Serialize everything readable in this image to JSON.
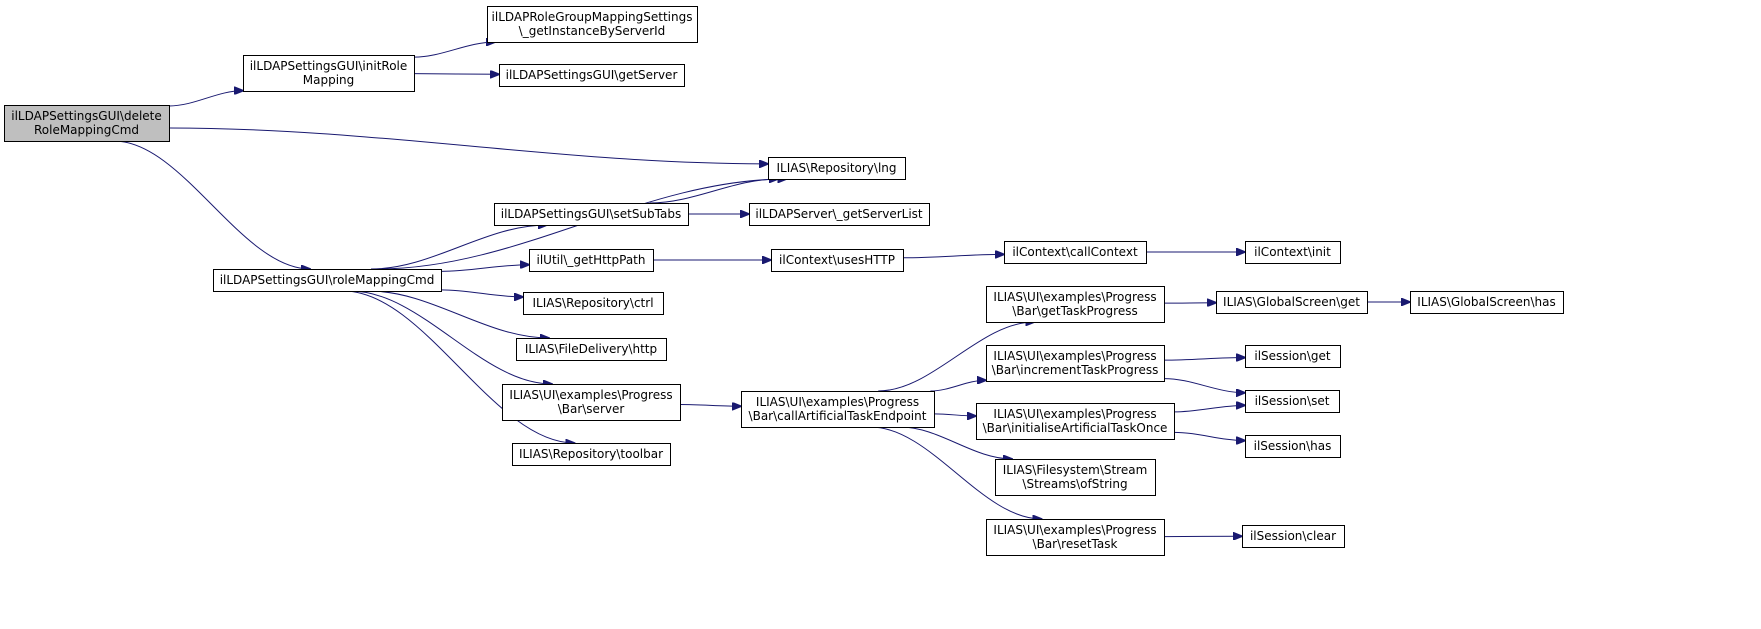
{
  "graph": {
    "type": "call-graph",
    "edge_color": "#191970",
    "root_fill": "#bfbfbf",
    "nodes": [
      {
        "id": "delete-role-mapping-cmd",
        "lines": [
          "ilLDAPSettingsGUI\\delete",
          "RoleMappingCmd"
        ],
        "root": true
      },
      {
        "id": "init-role-mapping",
        "lines": [
          "ilLDAPSettingsGUI\\initRole",
          "Mapping"
        ]
      },
      {
        "id": "get-instance-by-server-id",
        "lines": [
          "ilLDAPRoleGroupMappingSettings",
          "\\_getInstanceByServerId"
        ]
      },
      {
        "id": "get-server",
        "lines": [
          "ilLDAPSettingsGUI\\getServer"
        ]
      },
      {
        "id": "repository-lng",
        "lines": [
          "ILIAS\\Repository\\lng"
        ]
      },
      {
        "id": "role-mapping-cmd",
        "lines": [
          "ilLDAPSettingsGUI\\roleMappingCmd"
        ]
      },
      {
        "id": "set-sub-tabs",
        "lines": [
          "ilLDAPSettingsGUI\\setSubTabs"
        ]
      },
      {
        "id": "get-server-list",
        "lines": [
          "ilLDAPServer\\_getServerList"
        ]
      },
      {
        "id": "get-http-path",
        "lines": [
          "ilUtil\\_getHttpPath"
        ]
      },
      {
        "id": "uses-http",
        "lines": [
          "ilContext\\usesHTTP"
        ]
      },
      {
        "id": "call-context",
        "lines": [
          "ilContext\\callContext"
        ]
      },
      {
        "id": "context-init",
        "lines": [
          "ilContext\\init"
        ]
      },
      {
        "id": "repository-ctrl",
        "lines": [
          "ILIAS\\Repository\\ctrl"
        ]
      },
      {
        "id": "file-delivery-http",
        "lines": [
          "ILIAS\\FileDelivery\\http"
        ]
      },
      {
        "id": "progress-bar-server",
        "lines": [
          "ILIAS\\UI\\examples\\Progress",
          "\\Bar\\server"
        ]
      },
      {
        "id": "repository-toolbar",
        "lines": [
          "ILIAS\\Repository\\toolbar"
        ]
      },
      {
        "id": "call-artificial-task-endpoint",
        "lines": [
          "ILIAS\\UI\\examples\\Progress",
          "\\Bar\\callArtificialTaskEndpoint"
        ]
      },
      {
        "id": "get-task-progress",
        "lines": [
          "ILIAS\\UI\\examples\\Progress",
          "\\Bar\\getTaskProgress"
        ]
      },
      {
        "id": "global-screen-get",
        "lines": [
          "ILIAS\\GlobalScreen\\get"
        ]
      },
      {
        "id": "global-screen-has",
        "lines": [
          "ILIAS\\GlobalScreen\\has"
        ]
      },
      {
        "id": "increment-task-progress",
        "lines": [
          "ILIAS\\UI\\examples\\Progress",
          "\\Bar\\incrementTaskProgress"
        ]
      },
      {
        "id": "session-get",
        "lines": [
          "ilSession\\get"
        ]
      },
      {
        "id": "session-set",
        "lines": [
          "ilSession\\set"
        ]
      },
      {
        "id": "initialise-artificial-task-once",
        "lines": [
          "ILIAS\\UI\\examples\\Progress",
          "\\Bar\\initialiseArtificialTaskOnce"
        ]
      },
      {
        "id": "session-has",
        "lines": [
          "ilSession\\has"
        ]
      },
      {
        "id": "streams-of-string",
        "lines": [
          "ILIAS\\Filesystem\\Stream",
          "\\Streams\\ofString"
        ]
      },
      {
        "id": "reset-task",
        "lines": [
          "ILIAS\\UI\\examples\\Progress",
          "\\Bar\\resetTask"
        ]
      },
      {
        "id": "session-clear",
        "lines": [
          "ilSession\\clear"
        ]
      }
    ],
    "edges": [
      {
        "from": "delete-role-mapping-cmd",
        "to": "init-role-mapping"
      },
      {
        "from": "delete-role-mapping-cmd",
        "to": "repository-lng"
      },
      {
        "from": "delete-role-mapping-cmd",
        "to": "role-mapping-cmd"
      },
      {
        "from": "init-role-mapping",
        "to": "get-instance-by-server-id"
      },
      {
        "from": "init-role-mapping",
        "to": "get-server"
      },
      {
        "from": "role-mapping-cmd",
        "to": "repository-lng"
      },
      {
        "from": "role-mapping-cmd",
        "to": "set-sub-tabs"
      },
      {
        "from": "role-mapping-cmd",
        "to": "get-http-path"
      },
      {
        "from": "role-mapping-cmd",
        "to": "repository-ctrl"
      },
      {
        "from": "role-mapping-cmd",
        "to": "file-delivery-http"
      },
      {
        "from": "role-mapping-cmd",
        "to": "progress-bar-server"
      },
      {
        "from": "role-mapping-cmd",
        "to": "repository-toolbar"
      },
      {
        "from": "set-sub-tabs",
        "to": "repository-lng"
      },
      {
        "from": "set-sub-tabs",
        "to": "get-server-list"
      },
      {
        "from": "get-http-path",
        "to": "uses-http"
      },
      {
        "from": "uses-http",
        "to": "call-context"
      },
      {
        "from": "call-context",
        "to": "context-init"
      },
      {
        "from": "progress-bar-server",
        "to": "call-artificial-task-endpoint"
      },
      {
        "from": "call-artificial-task-endpoint",
        "to": "get-task-progress"
      },
      {
        "from": "call-artificial-task-endpoint",
        "to": "increment-task-progress"
      },
      {
        "from": "call-artificial-task-endpoint",
        "to": "initialise-artificial-task-once"
      },
      {
        "from": "call-artificial-task-endpoint",
        "to": "streams-of-string"
      },
      {
        "from": "call-artificial-task-endpoint",
        "to": "reset-task"
      },
      {
        "from": "get-task-progress",
        "to": "global-screen-get"
      },
      {
        "from": "global-screen-get",
        "to": "global-screen-has"
      },
      {
        "from": "increment-task-progress",
        "to": "session-get"
      },
      {
        "from": "increment-task-progress",
        "to": "session-set"
      },
      {
        "from": "initialise-artificial-task-once",
        "to": "session-set"
      },
      {
        "from": "initialise-artificial-task-once",
        "to": "session-has"
      },
      {
        "from": "reset-task",
        "to": "session-clear"
      }
    ]
  }
}
